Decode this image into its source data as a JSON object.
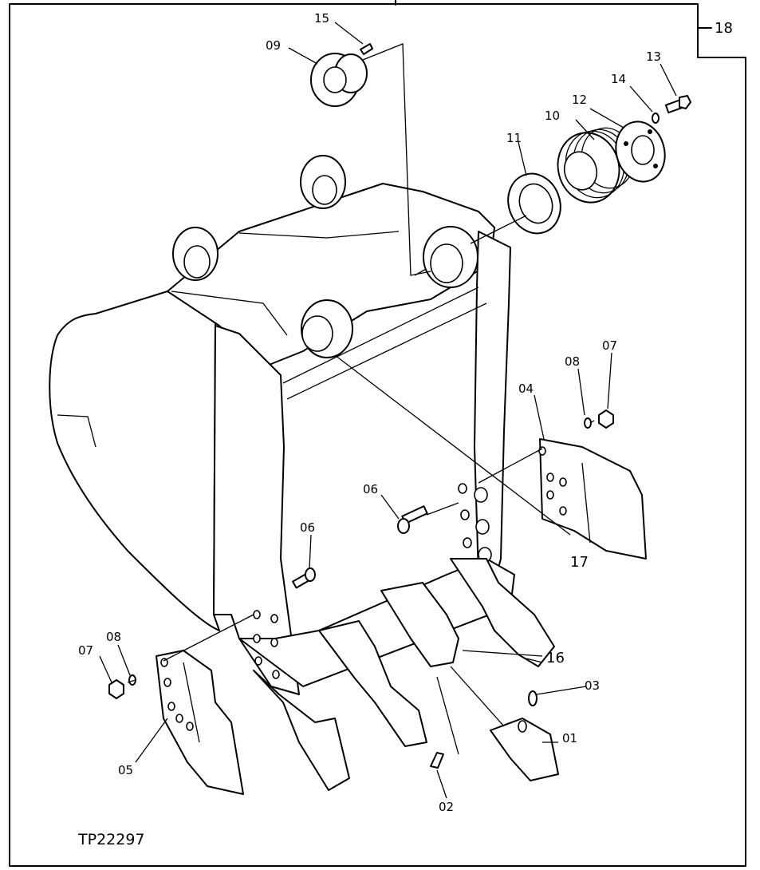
{
  "figure_id": "TP22297",
  "callouts": {
    "c01": "01",
    "c02": "02",
    "c03": "03",
    "c04": "04",
    "c05": "05",
    "c06a": "06",
    "c06b": "06",
    "c07a": "07",
    "c07b": "07",
    "c08a": "08",
    "c08b": "08",
    "c09": "09",
    "c10": "10",
    "c11": "11",
    "c12": "12",
    "c13": "13",
    "c14": "14",
    "c15": "15",
    "c16": "16",
    "c17": "17",
    "c18": "18"
  }
}
